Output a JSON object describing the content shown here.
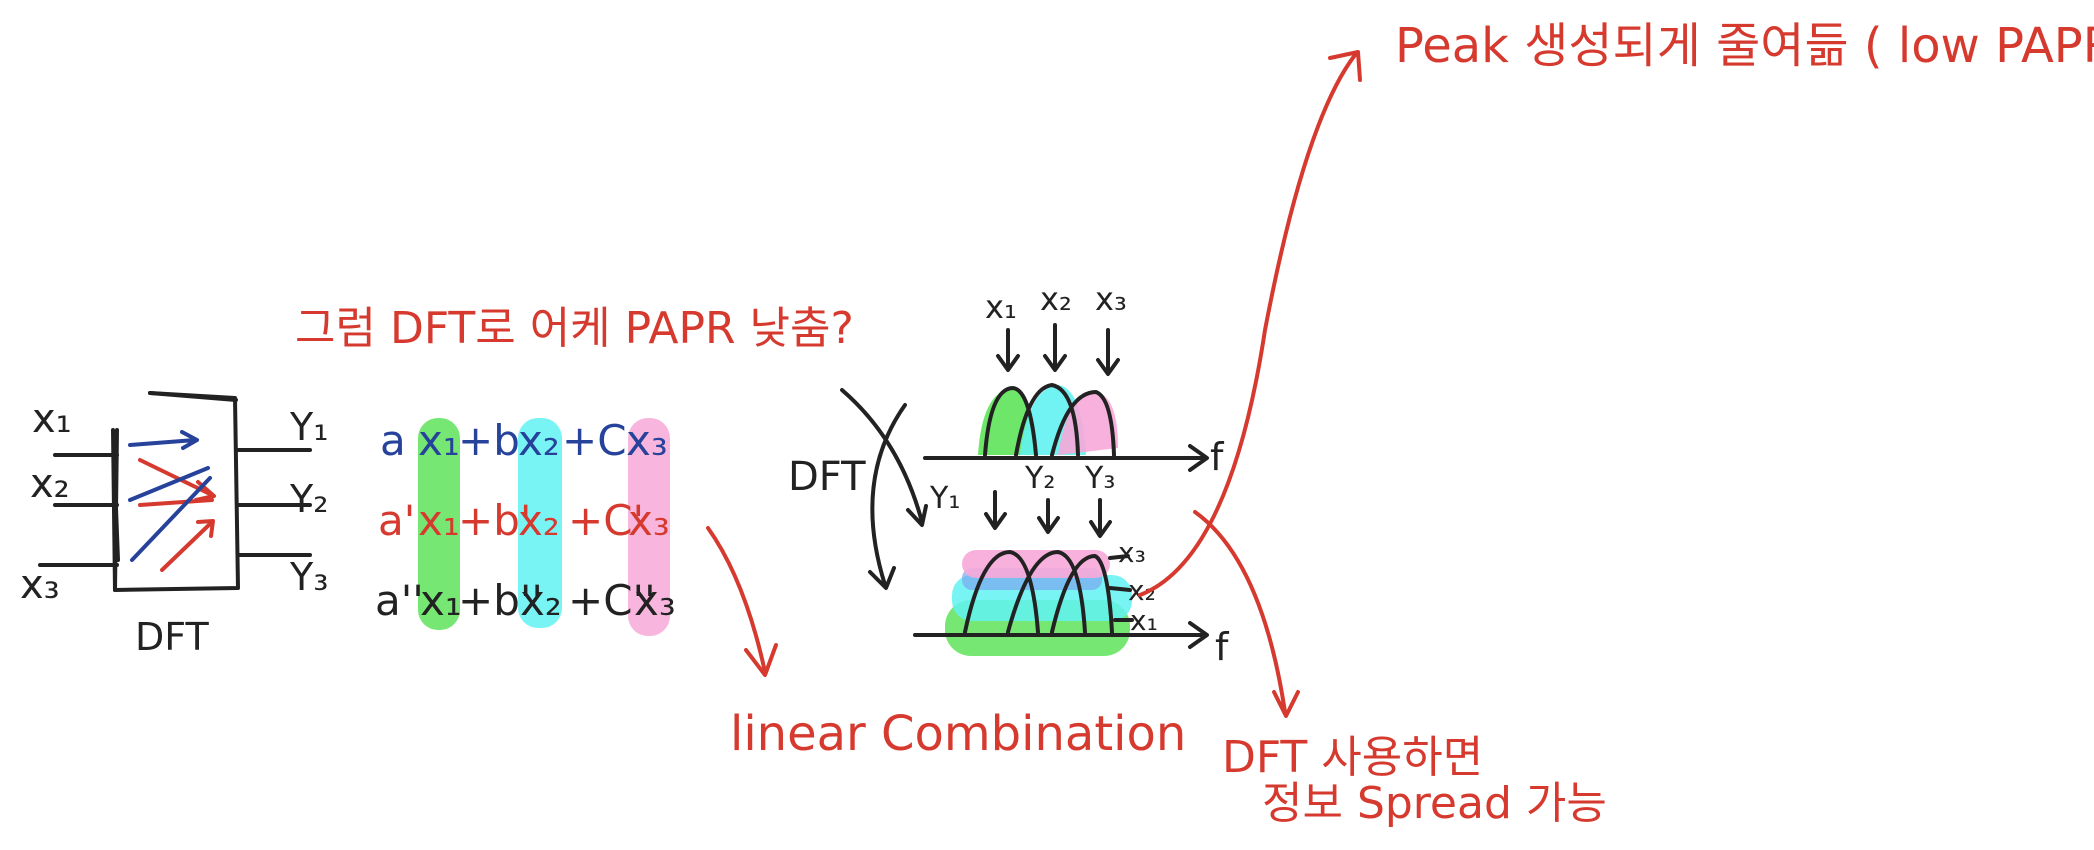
{
  "colors": {
    "ink": "#222222",
    "red": "#d63a2f",
    "blue": "#26429a",
    "highlight_green": "#5ee35a",
    "highlight_cyan": "#62f2f2",
    "highlight_pink": "#f7a9d8"
  },
  "dft_block": {
    "label": "DFT",
    "inputs": [
      "x₁",
      "x₂",
      "x₃"
    ],
    "outputs": [
      "Y₁",
      "Y₂",
      "Y₃"
    ]
  },
  "question": "그럼 DFT로 어케 PAPR 낮춤?",
  "equations": {
    "row1": {
      "a": "a",
      "x1": "x₁",
      "plus_b": "+b",
      "x2": "x₂",
      "plus_c": "+C",
      "x3": "x₃"
    },
    "row2": {
      "a": "a'",
      "x1": "x₁",
      "plus_b": "+b'",
      "x2": "x₂",
      "plus_c": "+C'",
      "x3": "x₃"
    },
    "row3": {
      "a": "a''",
      "x1": "x₁",
      "plus_b": "+b''",
      "x2": "x₂",
      "plus_c": "+C''",
      "x3": "x₃"
    }
  },
  "linear_combination": "linear Combination",
  "spectrum": {
    "dft_label": "DFT",
    "top_inputs": [
      "x₁",
      "x₂",
      "x₃"
    ],
    "bottom_outputs": [
      "Y₁",
      "Y₂",
      "Y₃"
    ],
    "axis_label": "f",
    "layer_labels": [
      "x₃",
      "x₂",
      "x₁"
    ]
  },
  "peak_note": "Peak 생성되게 줄여듦 ( low PAPR)",
  "spread_note": {
    "line1": "DFT 사용하면",
    "line2": "정보 Spread 가능"
  }
}
